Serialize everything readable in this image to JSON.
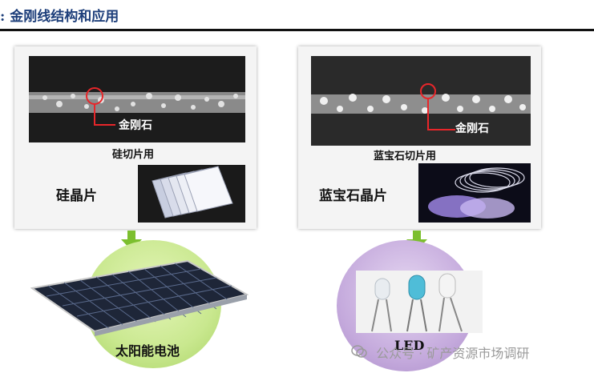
{
  "header": {
    "title": ": 金刚线结构和应用"
  },
  "left": {
    "diamond_label": "金刚石",
    "caption": "硅切片用",
    "wafer_label": "硅晶片",
    "product_label": "太阳能电池"
  },
  "right": {
    "diamond_label": "金刚石",
    "caption": "蓝宝石切片用",
    "wafer_label": "蓝宝石晶片",
    "product_label": "LED"
  },
  "watermark": {
    "text": "公众号 · 矿产资源市场调研"
  },
  "colors": {
    "title": "#1d3e7a",
    "arrow": "#7cbf2e",
    "marker": "#e8262a",
    "circle_left": "#c9e88f",
    "circle_right": "#c4a9dc"
  }
}
